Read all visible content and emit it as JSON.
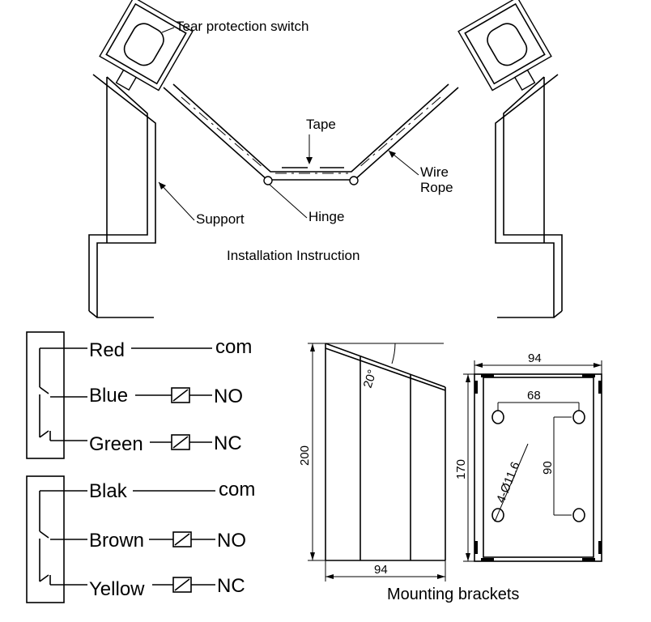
{
  "installation": {
    "switch_label": "Tear protection switch",
    "tape_label": "Tape",
    "wire_label_line1": "Wire",
    "wire_label_line2": "Rope",
    "support_label": "Support",
    "hinge_label": "Hinge",
    "caption": "Installation Instruction"
  },
  "wiring": {
    "group1": [
      {
        "wire": "Red",
        "terminal": "com",
        "relay": false
      },
      {
        "wire": "Blue",
        "terminal": "NO",
        "relay": true
      },
      {
        "wire": "Green",
        "terminal": "NC",
        "relay": true
      }
    ],
    "group2": [
      {
        "wire": "Blak",
        "terminal": "com",
        "relay": false
      },
      {
        "wire": "Brown",
        "terminal": "NO",
        "relay": true
      },
      {
        "wire": "Yellow",
        "terminal": "NC",
        "relay": true
      }
    ]
  },
  "brackets": {
    "angle": "20°",
    "height": "200",
    "side_width": "94",
    "plate_width": "94",
    "hole_spacing_x": "68",
    "plate_height": "170",
    "hole_spacing_y": "90",
    "holes": "4-Ø11.6",
    "caption": "Mounting brackets"
  }
}
